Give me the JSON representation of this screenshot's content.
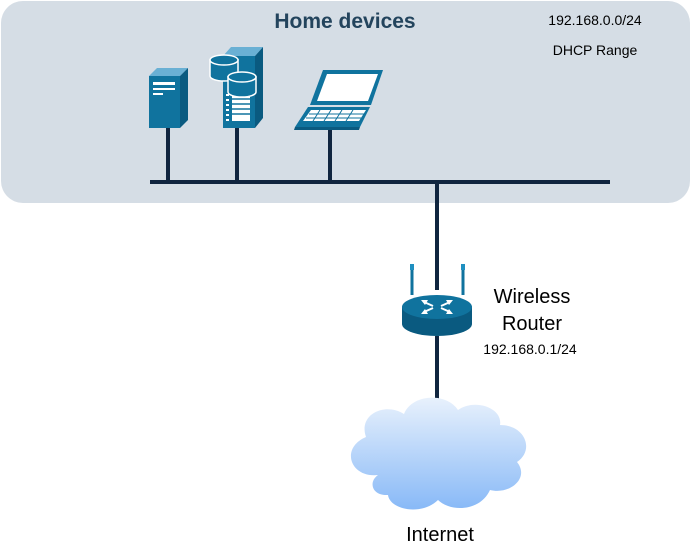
{
  "colors": {
    "zone_fill": "#d5dde5",
    "bus_line": "#10253f",
    "device_blue": "#10739e",
    "title_text": "#23445d",
    "cloud_top": "#e8f1fc",
    "cloud_bottom": "#88b9f7"
  },
  "home_zone": {
    "title": "Home devices",
    "subnet": "192.168.0.0/24",
    "dhcp": "DHCP Range"
  },
  "devices": [
    {
      "name": "desktop-tower-icon"
    },
    {
      "name": "database-server-icon"
    },
    {
      "name": "laptop-icon"
    }
  ],
  "router": {
    "name": "Wireless Router",
    "ip": "192.168.0.1/24",
    "icon": "wireless-router-icon"
  },
  "internet": {
    "label": "Internet",
    "icon": "cloud-icon"
  }
}
